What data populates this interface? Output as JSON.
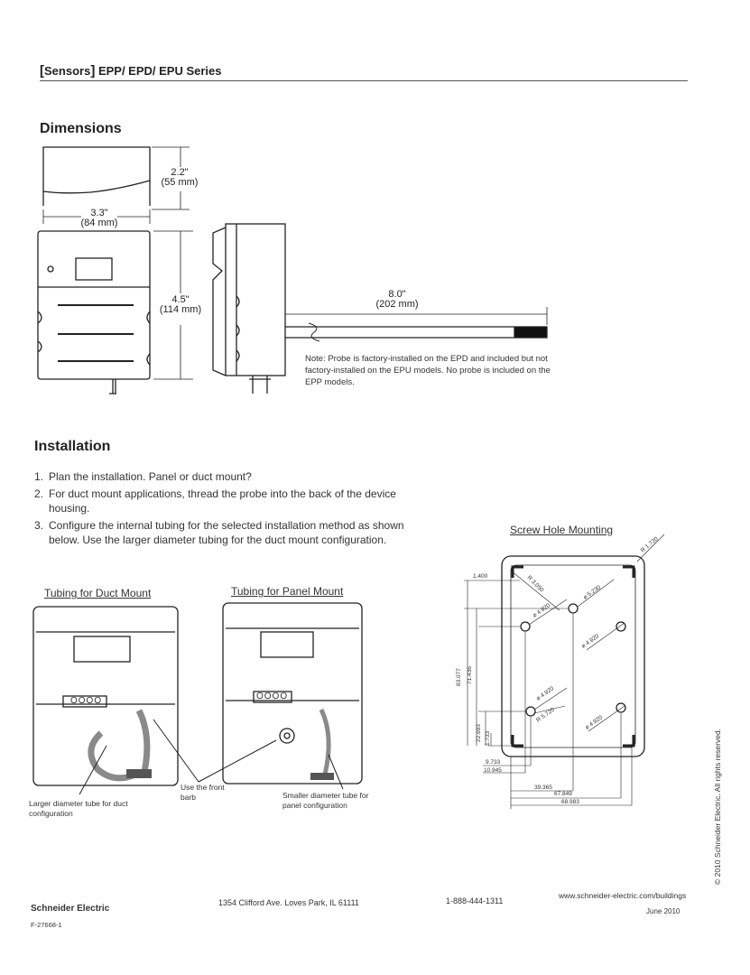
{
  "header": {
    "category": "Sensors",
    "series": "EPP/ EPD/ EPU Series"
  },
  "dimensions": {
    "title": "Dimensions",
    "depth_in": "2.2\"",
    "depth_mm": "(55 mm)",
    "width_in": "3.3\"",
    "width_mm": "(84 mm)",
    "height_in": "4.5\"",
    "height_mm": "(114 mm)",
    "probe_in": "8.0\"",
    "probe_mm": "(202 mm)",
    "note": "Note: Probe is factory-installed on the EPD and included but not factory-installed on the EPU models. No probe is included on the EPP models."
  },
  "installation": {
    "title": "Installation",
    "steps": [
      {
        "num": "1.",
        "text": "Plan the installation. Panel or duct mount?"
      },
      {
        "num": "2.",
        "text": "For duct mount applications, thread the probe into the back of the device housing."
      },
      {
        "num": "3.",
        "text": "Configure the internal tubing for the selected installation method as shown below. Use the larger diameter tubing for the duct mount configuration."
      }
    ],
    "duct_caption": "Tubing for Duct Mount",
    "panel_caption": "Tubing for Panel Mount",
    "callout_larger": "Larger diameter tube for duct configuration",
    "callout_front": "Use the front barb",
    "callout_smaller": "Smaller diameter tube for panel configuration",
    "terminal_label": "OOOO"
  },
  "screw_mounting": {
    "title": "Screw Hole Mounting",
    "dims": {
      "d1400": "1.400",
      "r3050": "R 3.050",
      "r1720_top": "R 1.720",
      "d5230": "⌀ 5.230",
      "d4920_a": "⌀ 4.920",
      "d4920_b": "⌀ 4.920",
      "d4920_c": "⌀ 4.920",
      "d4920_d": "⌀ 4.920",
      "r5720": "R 5.720",
      "v83077": "83.077",
      "v71436": "71.436",
      "v22693": "22.693",
      "v1733": "1.733",
      "h9733": "9.733",
      "h10945": "10.945",
      "h39365": "39.365",
      "h67849": "67.849",
      "h68983": "68.983"
    }
  },
  "footer": {
    "company": "Schneider Electric",
    "doc_number": "F-27668-1",
    "address": "1354 Clifford Ave. Loves Park, IL 61111",
    "phone": "1-888-444-1311",
    "website": "www.schneider-electric.com/buildings",
    "date": "June 2010",
    "copyright": "© 2010 Schneider Electric. All rights reserved."
  },
  "colors": {
    "ink": "#222222",
    "paper": "#ffffff",
    "tube": "#8a8a8a"
  }
}
